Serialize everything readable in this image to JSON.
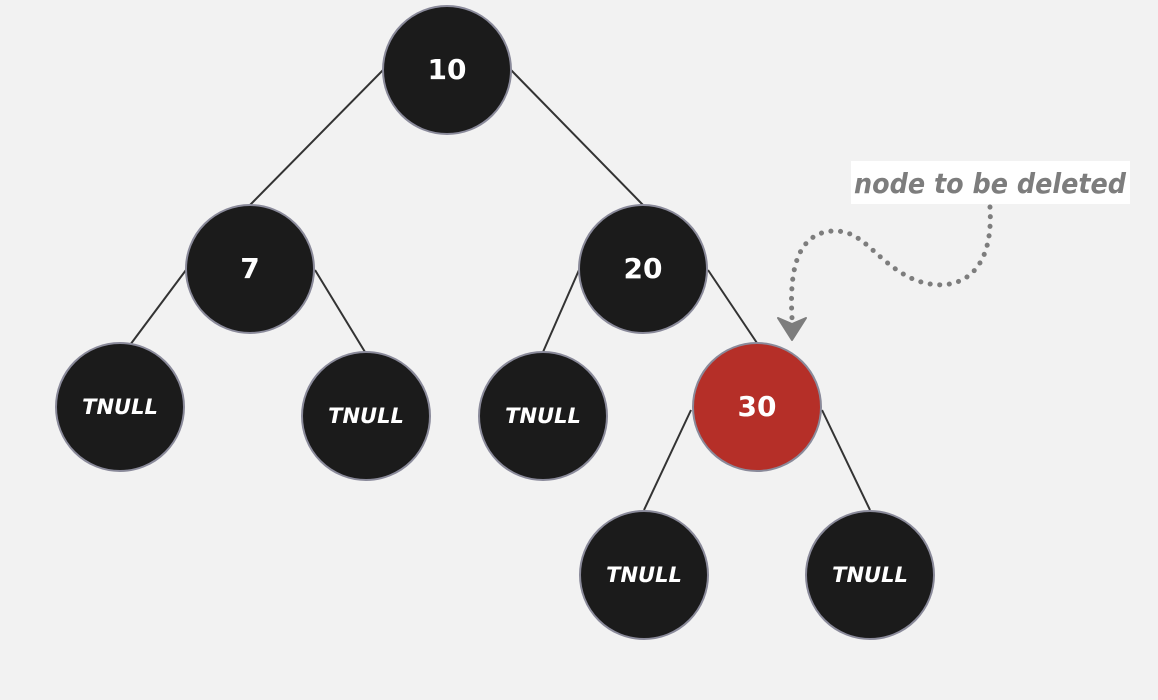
{
  "annotation": {
    "text": "node to be deleted"
  },
  "colors": {
    "black_node": "#1b1b1b",
    "red_node": "#b52f28",
    "annotation_text": "#7d7d7d",
    "arrow": "#7d7d7d"
  },
  "tree": {
    "root": {
      "label": "10",
      "color": "black"
    },
    "n7": {
      "label": "7",
      "color": "black"
    },
    "n20": {
      "label": "20",
      "color": "black"
    },
    "n30": {
      "label": "30",
      "color": "red"
    },
    "t1": {
      "label": "TNULL",
      "color": "black"
    },
    "t2": {
      "label": "TNULL",
      "color": "black"
    },
    "t3": {
      "label": "TNULL",
      "color": "black"
    },
    "t4": {
      "label": "TNULL",
      "color": "black"
    },
    "t5": {
      "label": "TNULL",
      "color": "black"
    }
  }
}
